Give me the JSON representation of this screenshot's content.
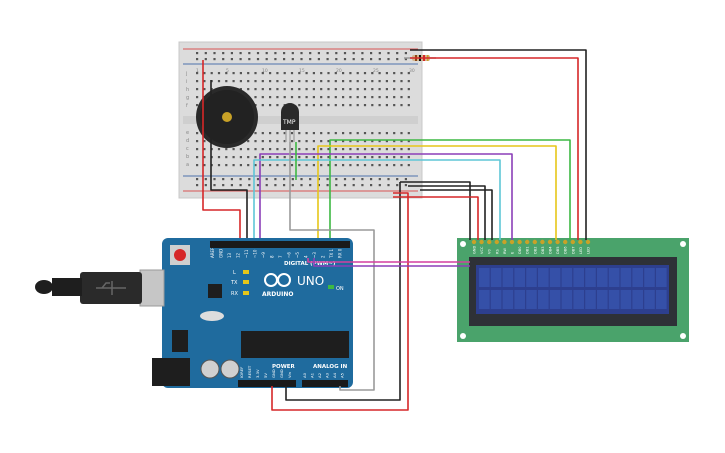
{
  "arduino": {
    "brand_label": "ARDUINO",
    "model_label": "UNO",
    "digital_label": "DIGITAL (PWM~)",
    "power_label": "POWER",
    "analog_label": "ANALOG IN",
    "on_label": "ON",
    "tx_label": "TX",
    "rx_label": "RX",
    "l_label": "L",
    "digital_pins": [
      "AREF",
      "GND",
      "13",
      "12",
      "~11",
      "~10",
      "~9",
      "8",
      "7",
      "~6",
      "~5",
      "4",
      "~3",
      "2",
      "TX 1",
      "RX 0"
    ],
    "power_pins": [
      "IOREF",
      "RESET",
      "3.3V",
      "5V",
      "GND",
      "GND",
      "Vin"
    ],
    "analog_pins": [
      "A0",
      "A1",
      "A2",
      "A3",
      "A4",
      "A5"
    ]
  },
  "sensor": {
    "label": "TMP"
  },
  "lcd": {
    "pins": [
      "GND",
      "VCC",
      "V0",
      "RS",
      "RW",
      "E",
      "DB0",
      "DB1",
      "DB2",
      "DB3",
      "DB4",
      "DB5",
      "DB6",
      "DB7",
      "LED",
      "LED"
    ]
  },
  "breadboard": {
    "row_letters_top": [
      "j",
      "i",
      "h",
      "g",
      "f"
    ],
    "row_letters_bottom": [
      "e",
      "d",
      "c",
      "b",
      "a"
    ],
    "columns": [
      "1",
      "5",
      "10",
      "15",
      "20",
      "25",
      "30"
    ]
  },
  "colors": {
    "board_blue": "#1f6b9e",
    "lcd_green": "#4aa36b",
    "lcd_screen": "#2d3f8f",
    "wire_red": "#d62728",
    "wire_black": "#222222",
    "wire_green": "#3db843",
    "wire_yellow": "#e6c619",
    "wire_cyan": "#5ec6d6",
    "wire_purple": "#8b3fb8",
    "wire_gray": "#9a9a9a",
    "wire_magenta": "#d33fa0"
  }
}
